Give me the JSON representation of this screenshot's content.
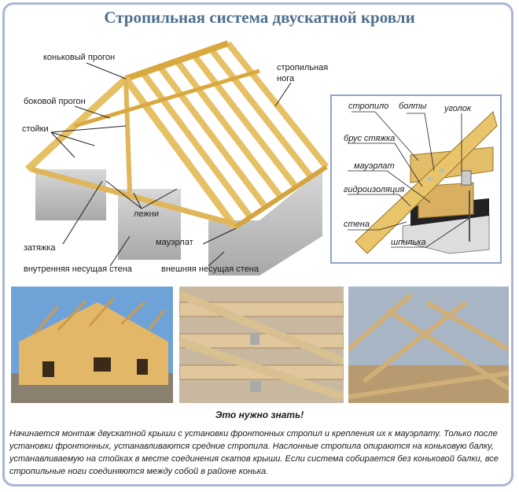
{
  "title": "Стропильная система двускатной кровли",
  "main_labels": {
    "ridge_purlin": "коньковый прогон",
    "rafter_leg_1": "стропильная",
    "rafter_leg_2": "нога",
    "side_purlin": "боковой прогон",
    "posts": "стойки",
    "sills": "лежни",
    "tie": "затяжка",
    "mauerlat": "мауэрлат",
    "inner_wall": "внутренняя несущая стена",
    "outer_wall": "внешняя несущая стена"
  },
  "detail_labels": {
    "rafter": "стропило",
    "bolts": "болты",
    "angle": "уголок",
    "tie_beam": "брус стяжка",
    "mauerlat": "мауэрлат",
    "waterproofing": "гидроизоляция",
    "wall": "стена",
    "stud": "шпилька"
  },
  "note": {
    "heading": "Это нужно знать!",
    "text": "Начинается монтаж двускатной крыши с установки фронтонных стропил и крепления их к мауэрлату. Только после установки фронтонных, устанавливаются средние стропила. Наслонные стропила опираются на коньковую балку, устанавливаемую на стойках в месте соединения скатов крыши. Если система собирается без коньковой балки, все стропильные ноги соединяются между собой в районе конька."
  }
}
